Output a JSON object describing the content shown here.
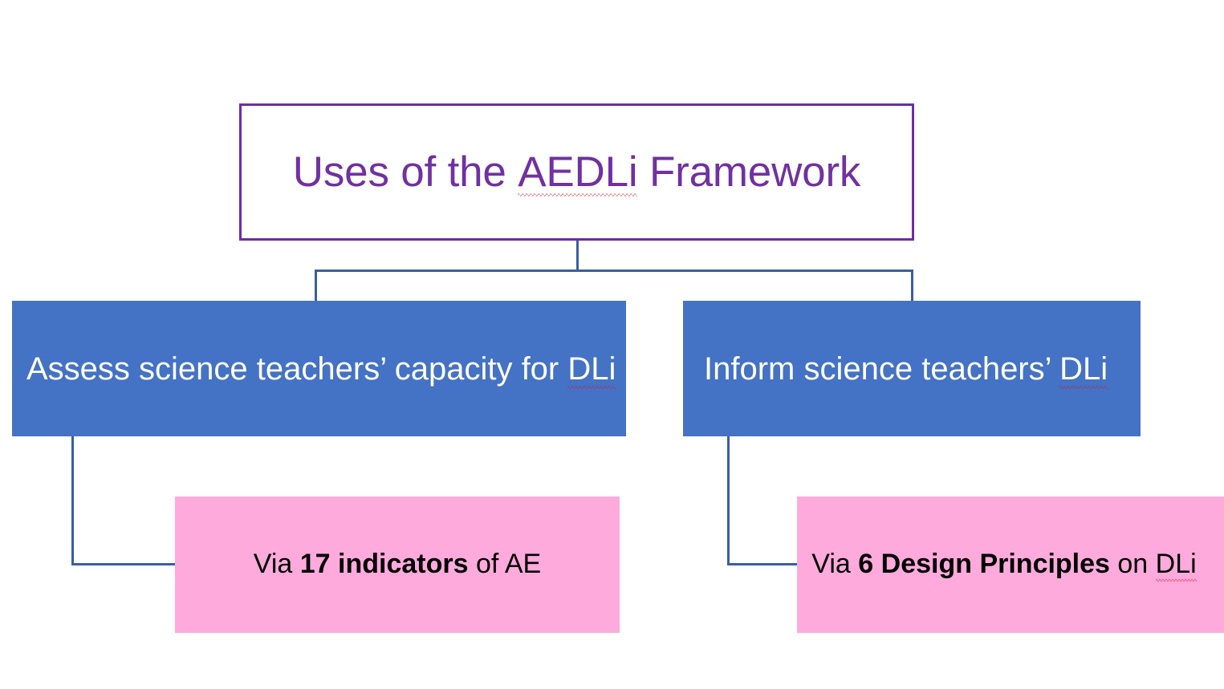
{
  "slide": {
    "title_box": {
      "text": "Uses of the AEDLi Framework",
      "text_before": "Uses of the ",
      "misspelled": "AEDLi",
      "text_after": " Framework",
      "text_color": "#7130A3",
      "border_color": "#6B2FA0",
      "background": "#ffffff"
    },
    "branches": [
      {
        "id": "assess",
        "label": "Assess science teachers’ capacity for DLi",
        "label_before": "Assess science teachers’ capacity for ",
        "misspelled": "DLi",
        "background": "#4472C4",
        "text_color": "#ffffff",
        "detail": {
          "prefix": "Via ",
          "emphasis": "17 indicators",
          "suffix": " of AE",
          "misspelled": "",
          "background": "#FFAADD",
          "text_color": "#000000"
        }
      },
      {
        "id": "inform",
        "label": "Inform science teachers’ DLi",
        "label_before": "Inform science teachers’ ",
        "misspelled": "DLi",
        "background": "#4472C4",
        "text_color": "#ffffff",
        "detail": {
          "prefix": "Via ",
          "emphasis": "6 Design Principles",
          "suffix": " on ",
          "misspelled": "DLi",
          "background": "#FFAADD",
          "text_color": "#000000"
        }
      }
    ],
    "connector_color": "#3A5FA0"
  }
}
